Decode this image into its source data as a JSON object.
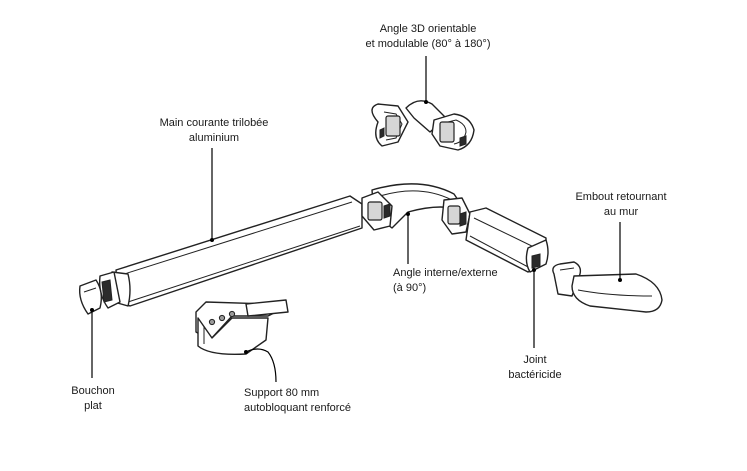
{
  "labels": {
    "angle_3d": [
      "Angle 3D orientable",
      "et modulable (80° à 180°)"
    ],
    "main_courante": [
      "Main courante trilobée",
      "aluminium"
    ],
    "embout": [
      "Embout retournant",
      "au mur"
    ],
    "angle_interne": [
      "Angle interne/externe",
      "(à 90°)"
    ],
    "bouchon": [
      "Bouchon",
      "plat"
    ],
    "support": [
      "Support 80 mm",
      "autobloquant renforcé"
    ],
    "joint": [
      "Joint",
      "bactéricide"
    ]
  }
}
